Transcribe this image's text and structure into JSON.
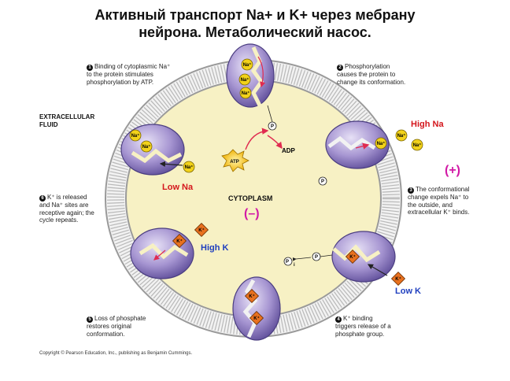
{
  "title": {
    "line1": "Активный транспорт Na+ и K+ через мебрану",
    "line2": "нейрона. Метаболический насос."
  },
  "steps": [
    {
      "num": "1",
      "lines": [
        "Binding of cytoplasmic Na⁺",
        "to the protein stimulates",
        "phosphorylation by ATP."
      ]
    },
    {
      "num": "2",
      "lines": [
        "Phosphorylation",
        "causes the protein to",
        "change its conformation."
      ]
    },
    {
      "num": "3",
      "lines": [
        "The conformational",
        "change expels Na⁺ to",
        "the outside, and",
        "extracellular K⁺ binds."
      ]
    },
    {
      "num": "4",
      "lines": [
        "K⁺ binding",
        "triggers release of a",
        "phosphate group."
      ]
    },
    {
      "num": "5",
      "lines": [
        "Loss of phosphate",
        "restores original",
        "conformation."
      ]
    },
    {
      "num": "6",
      "lines": [
        "K⁺ is released",
        "and Na⁺ sites are",
        "receptive again; the",
        "cycle repeats."
      ]
    }
  ],
  "labels": {
    "extracellular": [
      "EXTRACELLULAR",
      "FLUID"
    ],
    "cytoplasm": "CYTOPLASM",
    "high_na": "High Na",
    "low_na": "Low Na",
    "high_k": "High K",
    "low_k": "Low K",
    "plus": "(+)",
    "minus": "(–)",
    "atp": "ATP",
    "adp": "ADP",
    "p": "P",
    "pi": "P",
    "pi_sub": "i",
    "na": "Na⁺",
    "k": "K⁺"
  },
  "colors": {
    "cytoplasm": "#f7f1c4",
    "membrane": "#bdbdbd",
    "protein": "#9d8cc8",
    "protein_dark": "#6a5aa5",
    "na_ion": "#f2d21a",
    "k_ion": "#e8711f",
    "high_na": "#d4161c",
    "low_k": "#1f3fbf",
    "plus": "#d21aa6",
    "atp": "#f3c319",
    "arrow": "#e02b50"
  },
  "copyright": "Copyright © Pearson Education, Inc., publishing as Benjamin Cummings."
}
